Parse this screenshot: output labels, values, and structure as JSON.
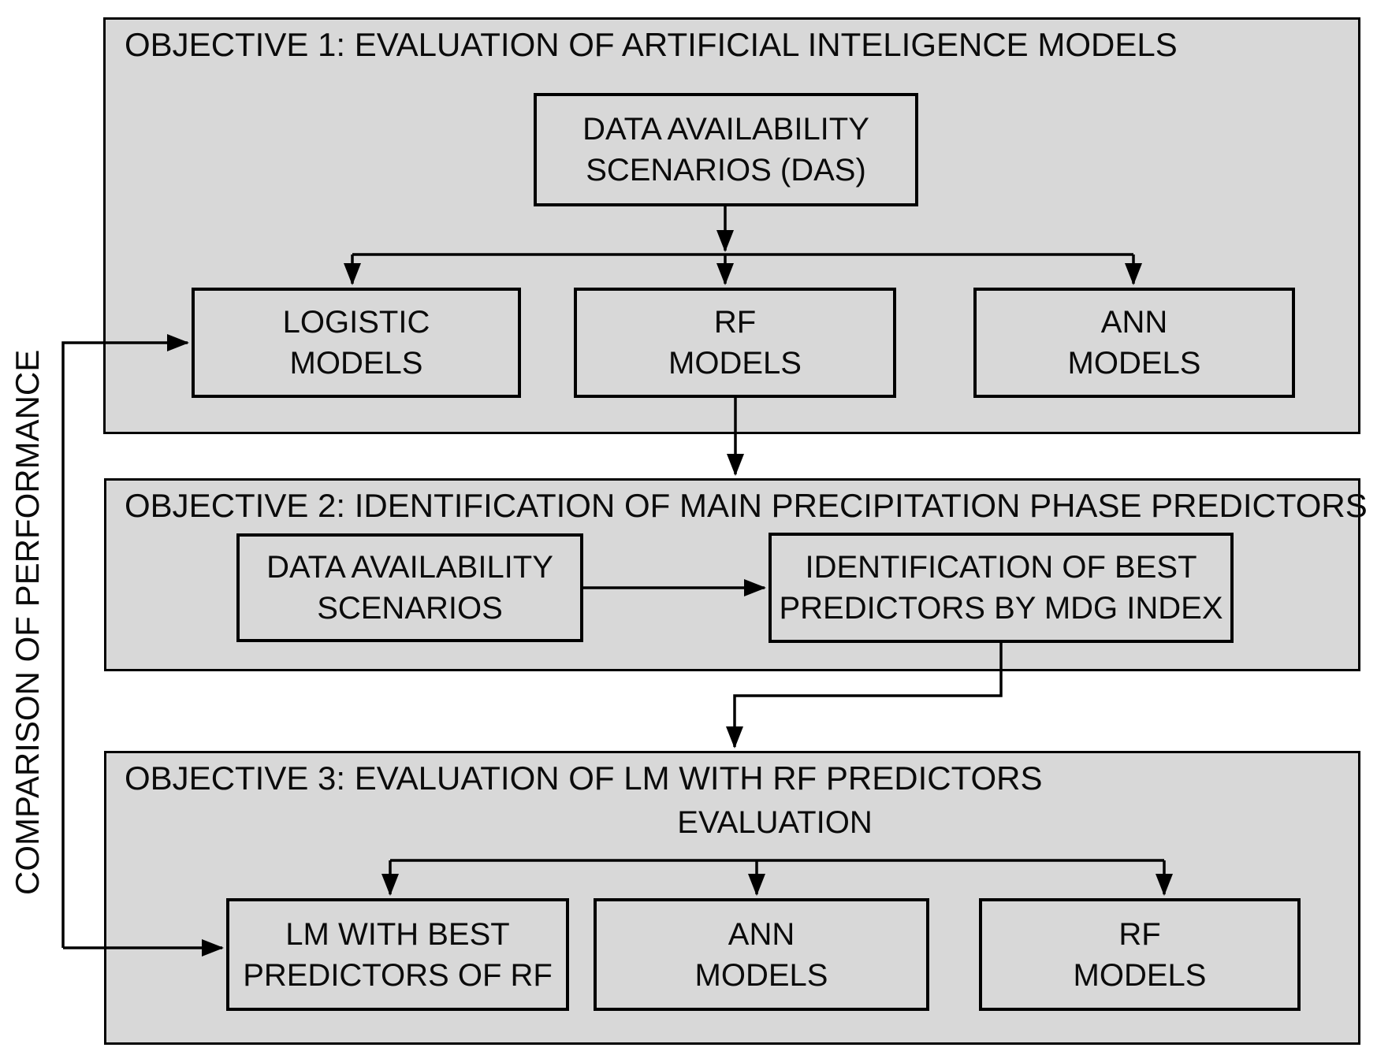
{
  "side_label": "COMPARISON OF PERFORMANCE",
  "objective1": {
    "title": "OBJECTIVE 1: EVALUATION OF ARTIFICIAL INTELIGENCE MODELS",
    "das_box": "DATA AVAILABILITY\nSCENARIOS (DAS)",
    "logistic_box": "LOGISTIC\nMODELS",
    "rf_box": "RF\nMODELS",
    "ann_box": "ANN\nMODELS"
  },
  "objective2": {
    "title": "OBJECTIVE 2: IDENTIFICATION OF MAIN PRECIPITATION PHASE PREDICTORS",
    "das_box": "DATA AVAILABILITY\nSCENARIOS",
    "mdg_box": "IDENTIFICATION OF BEST\nPREDICTORS BY MDG INDEX"
  },
  "objective3": {
    "title": "OBJECTIVE 3: EVALUATION OF LM WITH RF PREDICTORS",
    "evaluation_label": "EVALUATION",
    "lm_box": "LM WITH BEST\nPREDICTORS OF RF",
    "ann_box": "ANN\nMODELS",
    "rf_box": "RF\nMODELS"
  },
  "colors": {
    "background": "#ffffff",
    "panel_fill": "#d8d8d8",
    "box_fill": "#d8d8d8",
    "line": "#000000",
    "text": "#0b0b0b"
  }
}
